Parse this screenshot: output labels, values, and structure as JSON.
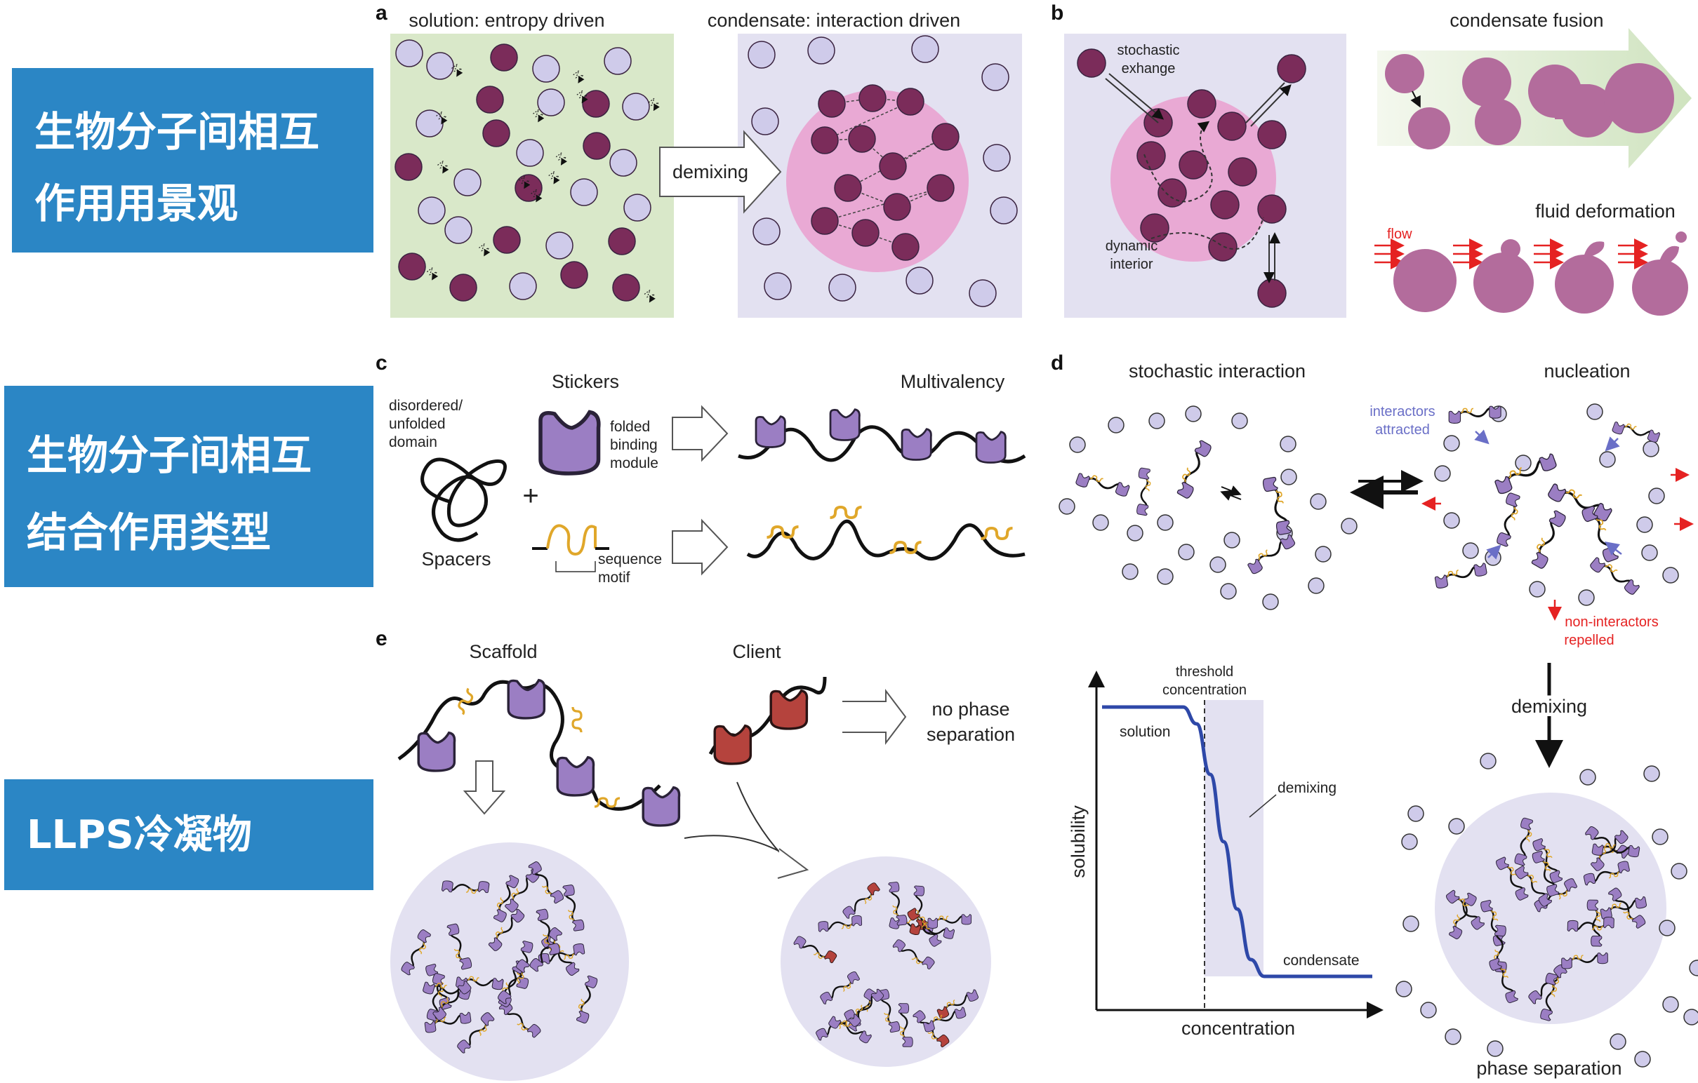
{
  "sidebar": [
    {
      "lines": [
        "生物分子间相互",
        "作用用景观"
      ]
    },
    {
      "lines": [
        "生物分子间相互",
        "结合作用类型"
      ]
    },
    {
      "lines": [
        "LLPS冷凝物"
      ]
    }
  ],
  "panel_a": {
    "letter": "a",
    "left_title": "solution: entropy driven",
    "right_title": "condensate: interaction driven",
    "arrow_label": "demixing"
  },
  "panel_b": {
    "letter": "b",
    "exchange_label_1": "stochastic",
    "exchange_label_2": "exhange",
    "interior_label_1": "dynamic",
    "interior_label_2": "interior",
    "fusion_title": "condensate fusion",
    "deformation_title": "fluid deformation",
    "flow_label": "flow"
  },
  "panel_c": {
    "letter": "c",
    "disordered_1": "disordered/",
    "disordered_2": "unfolded",
    "disordered_3": "domain",
    "stickers": "Stickers",
    "multivalency": "Multivalency",
    "folded_1": "folded",
    "folded_2": "binding",
    "folded_3": "module",
    "spacers": "Spacers",
    "plus": "+",
    "sequence_1": "sequence",
    "sequence_2": "motif"
  },
  "panel_d": {
    "letter": "d",
    "stochastic_title": "stochastic interaction",
    "nucleation_title": "nucleation",
    "attracted_1": "interactors",
    "attracted_2": "attracted",
    "repelled_1": "non-interactors",
    "repelled_2": "repelled",
    "demixing": "demixing",
    "phase_separation": "phase separation"
  },
  "panel_e": {
    "letter": "e",
    "scaffold": "Scaffold",
    "client": "Client",
    "no_phase_1": "no phase",
    "no_phase_2": "separation"
  },
  "chart_data": {
    "type": "line",
    "title": "",
    "xlabel": "concentration",
    "ylabel": "solubility",
    "threshold_label_1": "threshold",
    "threshold_label_2": "concentration",
    "annotations": [
      "solution",
      "demixing",
      "condensate"
    ],
    "series": [
      {
        "values_x": [
          0,
          0.3,
          0.35,
          0.4,
          0.45,
          0.5,
          0.55,
          0.6,
          1.0
        ],
        "values_y": [
          0.9,
          0.9,
          0.85,
          0.7,
          0.5,
          0.3,
          0.15,
          0.1,
          0.1
        ]
      }
    ],
    "xlim": [
      0,
      1
    ],
    "ylim": [
      0,
      1
    ]
  },
  "colors": {
    "sidebar_bg": "#2b86c5",
    "dark_particle": "#7b2c5a",
    "light_particle": "#cfcbea",
    "solution_bg": "#d9e8c9",
    "condensate_bg": "#e3e1f1",
    "condensate_pink": "#e9a9d4",
    "sticker_purple": "#9b7ec3",
    "motif_gold": "#e0a72a",
    "client_red": "#b5433d",
    "curve_blue": "#2e48a8",
    "flow_red": "#e52222"
  }
}
